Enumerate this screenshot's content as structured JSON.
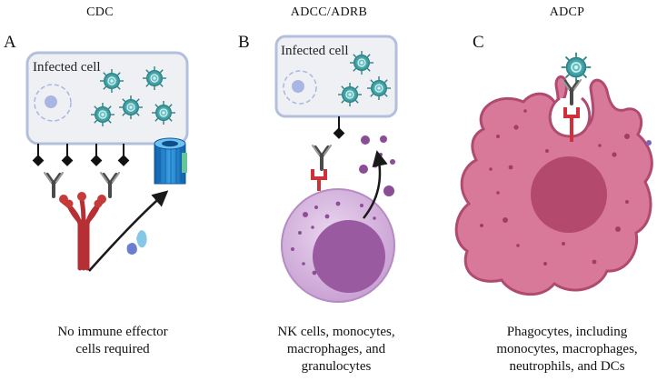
{
  "panels": [
    {
      "heading": "CDC",
      "letter": "A",
      "cell_label": "Infected cell",
      "caption": [
        "No immune effector",
        "cells required"
      ]
    },
    {
      "heading": "ADCC/ADRB",
      "letter": "B",
      "cell_label": "Infected cell",
      "caption": [
        "NK cells, monocytes,",
        "macrophages, and",
        "granulocytes"
      ]
    },
    {
      "heading": "ADCP",
      "letter": "C",
      "caption": [
        "Phagocytes, including",
        "monocytes, macrophages,",
        "neutrophils, and DCs"
      ]
    }
  ],
  "colors": {
    "cell_fill": "#eef0f4",
    "cell_border": "#b4bfdd",
    "virus": "#3aa6a8",
    "antibody": "#555555",
    "complement": "#c73a3a",
    "mac_pore": "#1f7ec8",
    "effector_cell": "#d8b4e0",
    "effector_nucleus": "#9a5aa0",
    "phagocyte": "#d9799a",
    "phagocyte_nucleus": "#b34a6e",
    "receptor": "#d0303a"
  }
}
